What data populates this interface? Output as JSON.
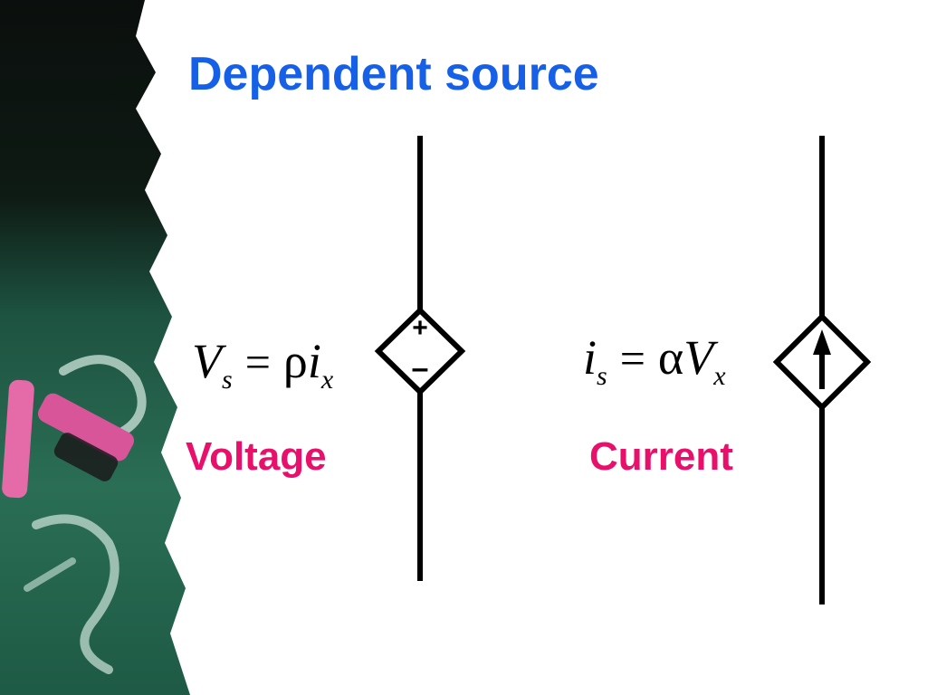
{
  "slide": {
    "title": "Dependent source"
  },
  "voltage_source": {
    "label": "Voltage",
    "equation": {
      "lhs_symbol": "V",
      "lhs_subscript": "s",
      "operator": "=",
      "coefficient": "ρ",
      "rhs_symbol": "i",
      "rhs_subscript": "x"
    },
    "plus_sign": "+",
    "minus_sign": "–"
  },
  "current_source": {
    "label": "Current",
    "equation": {
      "lhs_symbol": "i",
      "lhs_subscript": "s",
      "operator": "=",
      "coefficient": "α",
      "rhs_symbol": "V",
      "rhs_subscript": "x"
    }
  },
  "colors": {
    "title": "#1560e6",
    "label": "#e8106a",
    "wire": "#000000",
    "chalkboard": "#1f5a45"
  },
  "decor": {
    "background_image": "chalkboard-with-pink-chalk"
  }
}
